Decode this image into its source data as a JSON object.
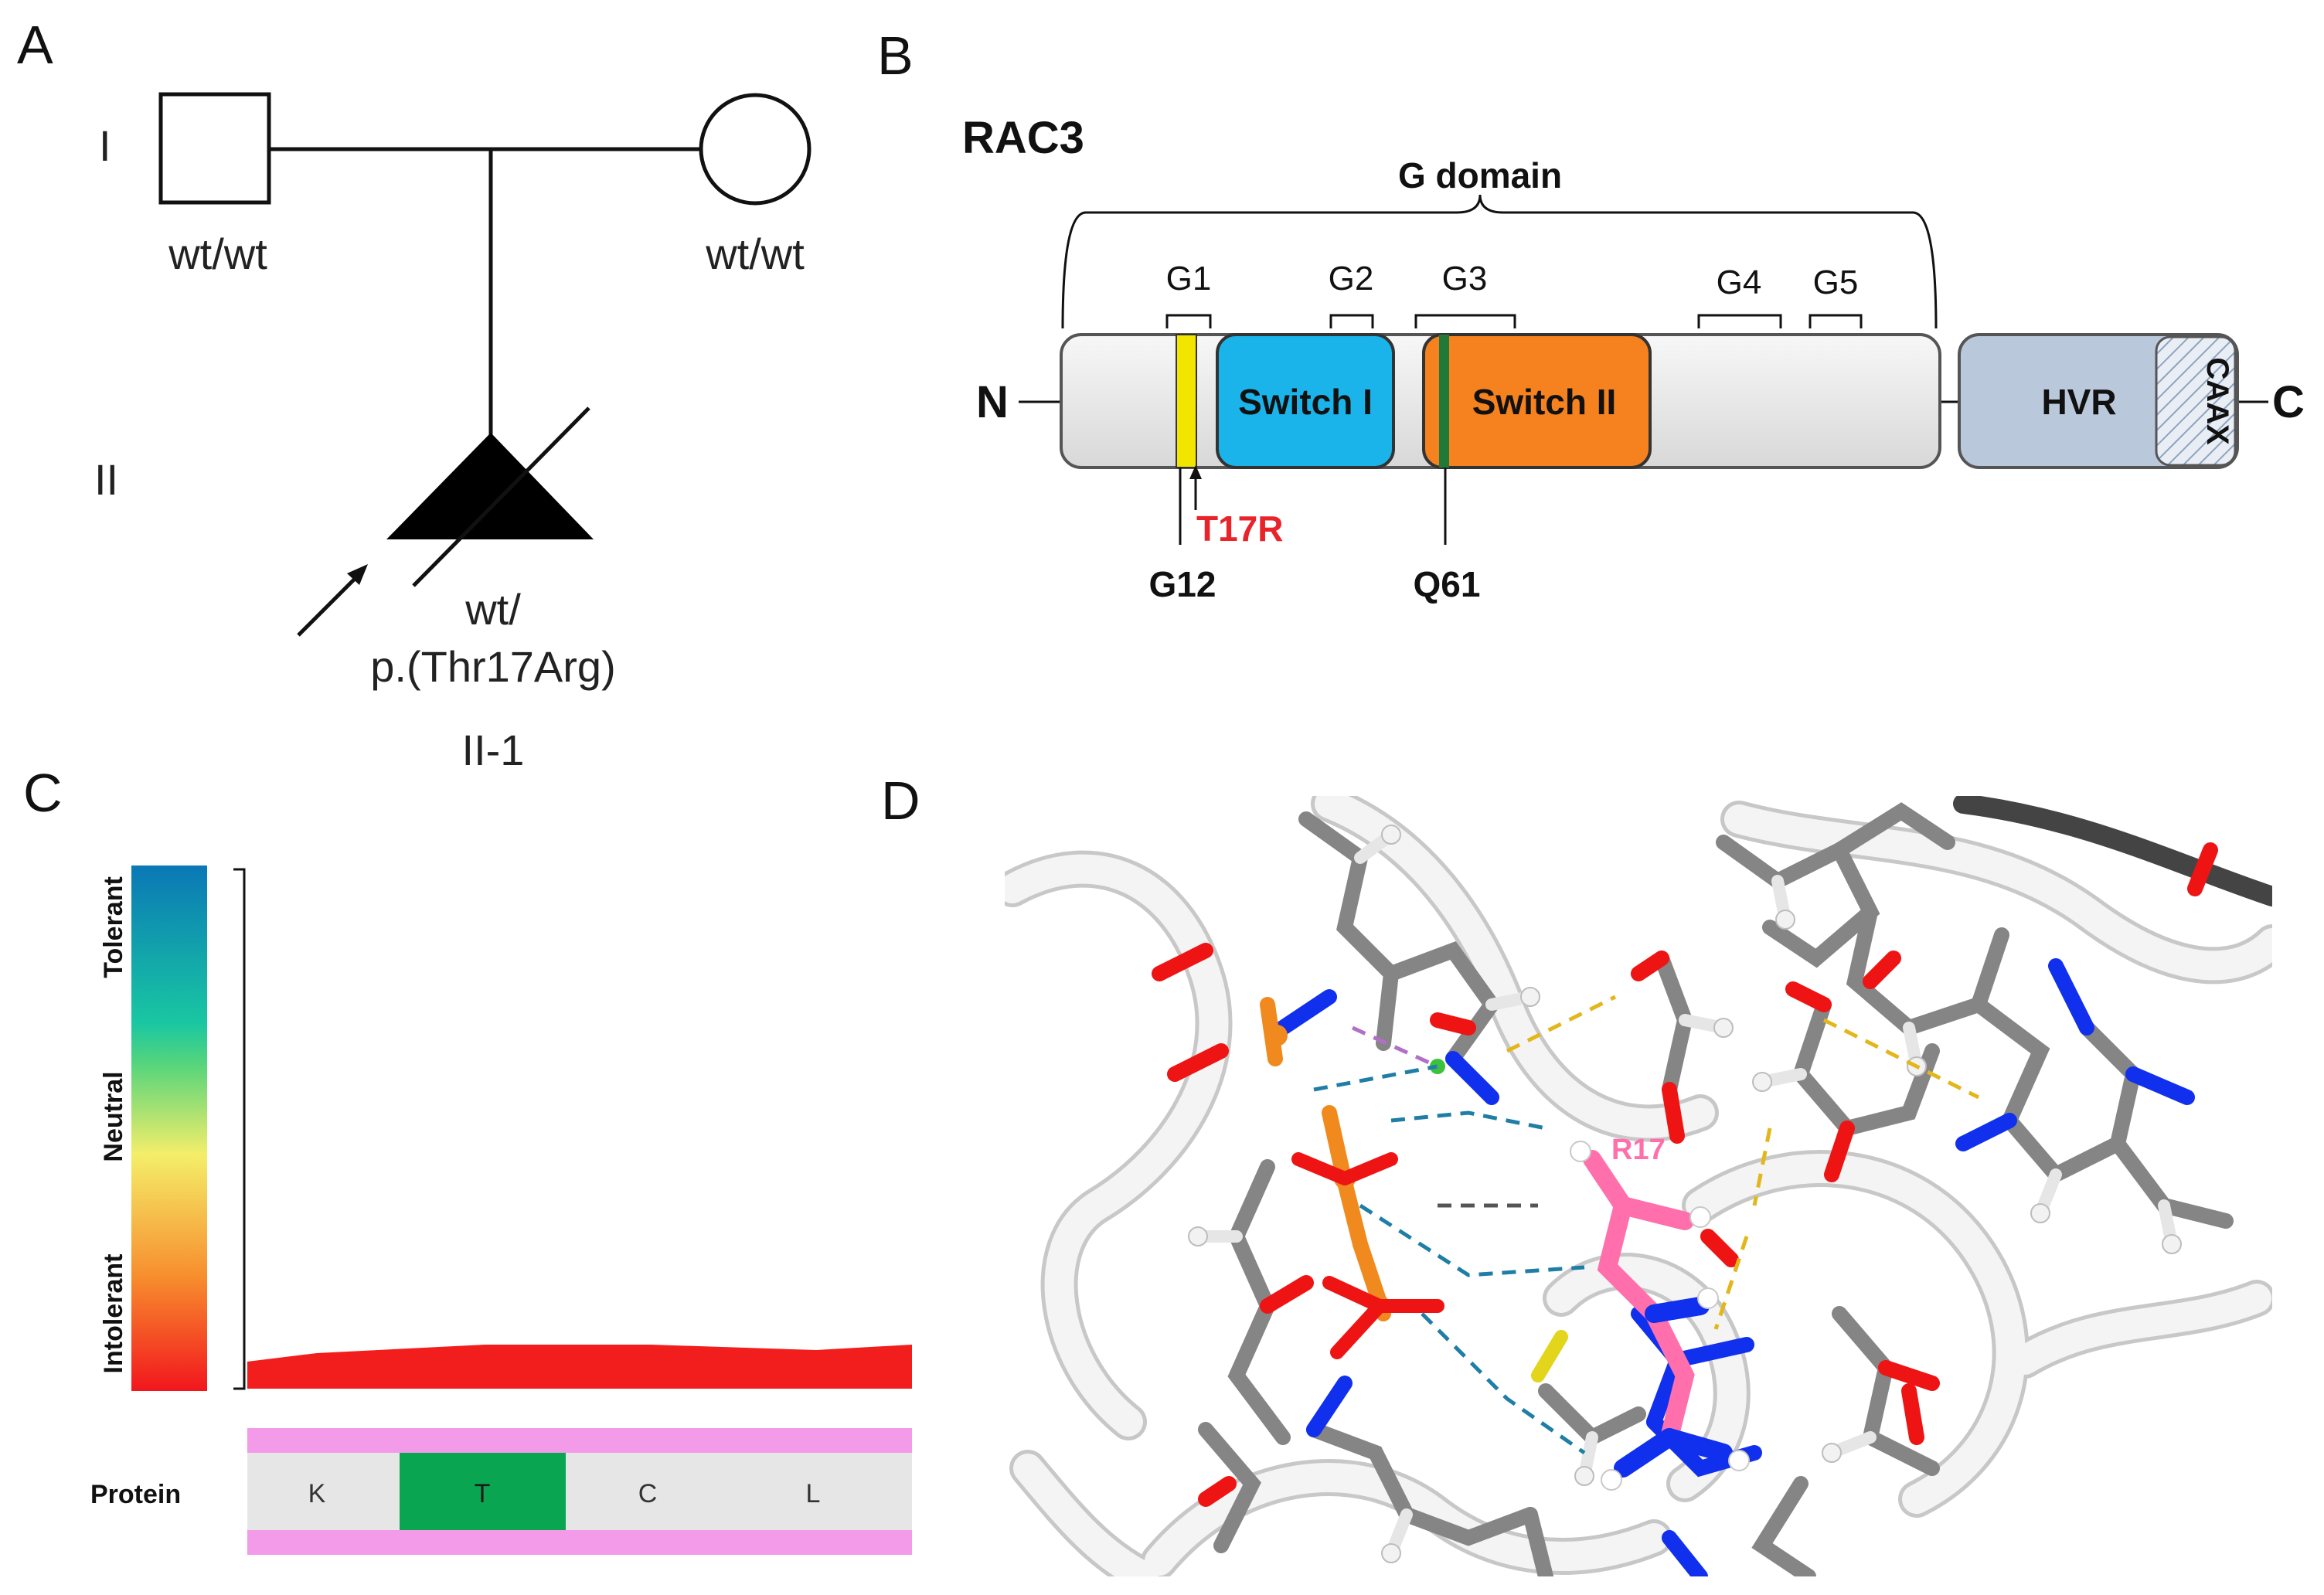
{
  "panels": {
    "a": "A",
    "b": "B",
    "c": "C",
    "d": "D"
  },
  "pedigree": {
    "gen1": "I",
    "gen2": "II",
    "father_genotype": "wt/wt",
    "mother_genotype": "wt/wt",
    "proband_genotype_line1": "wt/",
    "proband_genotype_line2": "p.(Thr17Arg)",
    "proband_id": "II-1"
  },
  "domain_map": {
    "protein": "RAC3",
    "g_domain": "G domain",
    "motifs": [
      "G1",
      "G2",
      "G3",
      "G4",
      "G5"
    ],
    "switch1": "Switch I",
    "switch2": "Switch II",
    "hvr": "HVR",
    "caax": "CAAX",
    "n_term": "N",
    "c_term": "C",
    "mutation": "T17R",
    "g12": "G12",
    "q61": "Q61",
    "colors": {
      "g1_marker": "#f2e600",
      "switch1": "#1ab4ea",
      "switch2": "#f5821f",
      "q61_marker": "#1f7a3a",
      "hvr": "#b9c8da",
      "mutation_label": "#e8232a"
    }
  },
  "tolerance": {
    "scale_labels": [
      "Tolerant",
      "Neutral",
      "Intolerant"
    ],
    "track_label": "Protein",
    "residues": [
      "K",
      "T",
      "C",
      "L"
    ],
    "highlighted_residue": "T",
    "colors": {
      "profile": "#f21d1d",
      "track_border": "#f39ae8",
      "highlight": "#0aa550",
      "residue_bg": "#e6e6e6"
    }
  },
  "structure": {
    "residue_label": "R17",
    "icons": [
      "molecular-structure-icon"
    ],
    "colors": {
      "residue": "#ff6fab",
      "carbon": "#8a8a8a",
      "nitrogen": "#1030ee",
      "oxygen": "#ee1414",
      "phosphorus": "#f08a1e"
    }
  }
}
